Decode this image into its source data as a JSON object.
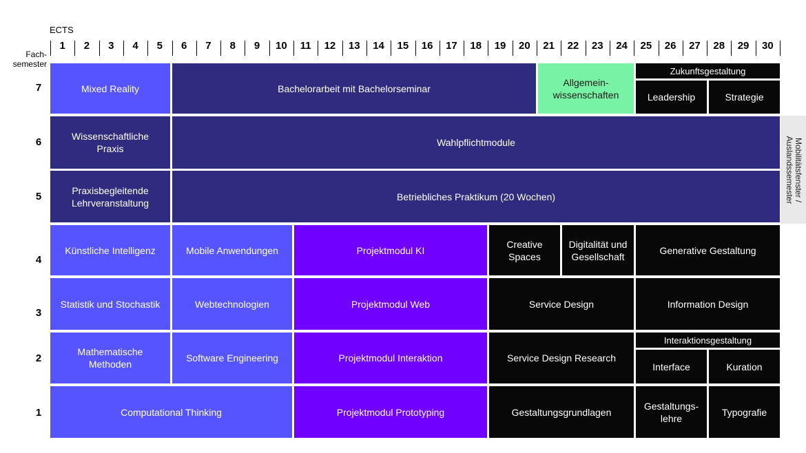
{
  "header": {
    "ects_label": "ECTS",
    "semester_label_line1": "Fach-",
    "semester_label_line2": "semester"
  },
  "ects_numbers": [
    "1",
    "2",
    "3",
    "4",
    "5",
    "6",
    "7",
    "8",
    "9",
    "10",
    "11",
    "12",
    "13",
    "14",
    "15",
    "16",
    "17",
    "18",
    "19",
    "20",
    "21",
    "22",
    "23",
    "24",
    "25",
    "26",
    "27",
    "28",
    "29",
    "30"
  ],
  "semesters": [
    "7",
    "6",
    "5",
    "4",
    "3",
    "2",
    "1"
  ],
  "colors": {
    "blue": "#5654ff",
    "navy": "#2f2c80",
    "violet": "#7000ff",
    "black": "#080808",
    "green": "#78f2a4",
    "side_bg": "#e9e9e9"
  },
  "modules": {
    "s7_mixed_reality": "Mixed Reality",
    "s7_bachelorarbeit": "Bachelorarbeit mit Bachelorseminar",
    "s7_allgemein_line1": "Allgemein-",
    "s7_allgemein_line2": "wissenschaften",
    "s7_zukunft_header": "Zukunftsgestaltung",
    "s7_leadership": "Leadership",
    "s7_strategie": "Strategie",
    "s6_wiss_line1": "Wissenschaftliche",
    "s6_wiss_line2": "Praxis",
    "s6_wahlpflicht": "Wahlpflichtmodule",
    "s5_praxis_line1": "Praxisbegleitende",
    "s5_praxis_line2": "Lehrveranstaltung",
    "s5_praktikum": "Betriebliches Praktikum (20 Wochen)",
    "s4_ki": "Künstliche Intelligenz",
    "s4_mobile": "Mobile Anwendungen",
    "s4_projekt_ki": "Projektmodul KI",
    "s4_creative_line1": "Creative",
    "s4_creative_line2": "Spaces",
    "s4_digital_line1": "Digitalität und",
    "s4_digital_line2": "Gesellschaft",
    "s4_generative": "Generative Gestaltung",
    "s3_statistik": "Statistik und Stochastik",
    "s3_webtech": "Webtechnologien",
    "s3_projekt_web": "Projektmodul Web",
    "s3_service_design": "Service Design",
    "s3_information_design": "Information Design",
    "s2_math_line1": "Mathematische",
    "s2_math_line2": "Methoden",
    "s2_software": "Software Engineering",
    "s2_projekt_interaktion": "Projektmodul Interaktion",
    "s2_service_research": "Service Design Research",
    "s2_interaktion_header": "Interaktionsgestaltung",
    "s2_interface": "Interface",
    "s2_kuration": "Kuration",
    "s1_computational": "Computational Thinking",
    "s1_projekt_prototyping": "Projektmodul Prototyping",
    "s1_gestaltungsgrundlagen": "Gestaltungsgrundlagen",
    "s1_gestaltungslehre_line1": "Gestaltungs-",
    "s1_gestaltungslehre_line2": "lehre",
    "s1_typografie": "Typografie"
  },
  "side_label_line1": "Mobilitätsfenster /",
  "side_label_line2": "Auslandssemester"
}
